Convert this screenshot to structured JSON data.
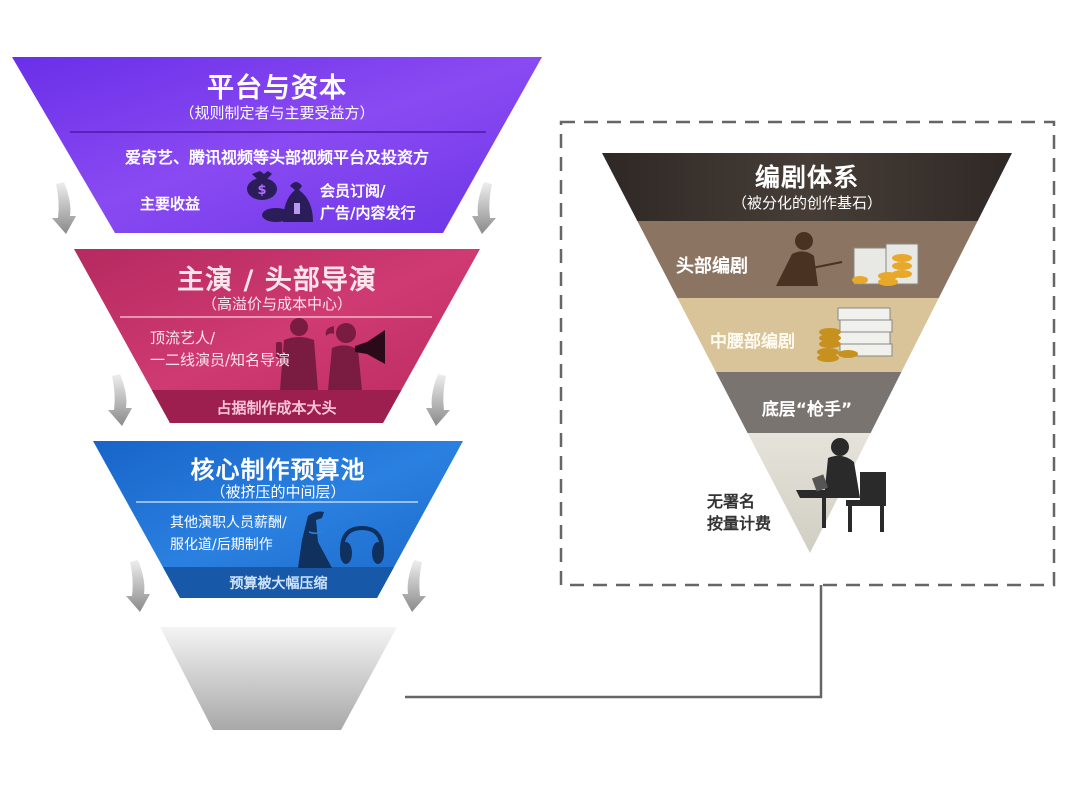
{
  "left_funnel": {
    "tier1": {
      "title": "平台与资本",
      "subtitle": "（规则制定者与主要受益方）",
      "description": "爱奇艺、腾讯视频等头部视频平台及投资方",
      "revenue_label": "主要收益",
      "revenue_sources_line1": "会员订阅/",
      "revenue_sources_line2": "广告/内容发行",
      "icon": "money-bags-icon",
      "color": "#7a3ef0"
    },
    "tier2": {
      "title": "主演 / 头部导演",
      "subtitle": "（高溢价与成本中心）",
      "members_line1": "顶流艺人/",
      "members_line2": "一二线演员/知名导演",
      "band_label": "占据制作成本大头",
      "icon": "actor-director-silhouette-icon",
      "color": "#c8336c",
      "band_color": "#9c1f50"
    },
    "tier3": {
      "title": "核心制作预算池",
      "subtitle": "（被挤压的中间层）",
      "members_line1": "其他演职人员薪酬/",
      "members_line2": "服化道/后期制作",
      "band_label": "预算被大幅压缩",
      "icon": "costume-headphones-icon",
      "color": "#1f72d6",
      "band_color": "#1758a8"
    },
    "tier4": {
      "color": "#b8b8b8"
    }
  },
  "right_funnel": {
    "title": "编剧体系",
    "subtitle": "（被分化的创作基石）",
    "levels": [
      {
        "label": "头部编剧",
        "icon": "writer-with-money-icon",
        "color": "#8c7462"
      },
      {
        "label": "中腰部编剧",
        "icon": "coins-and-scripts-icon",
        "color": "#d8c498"
      },
      {
        "label": "底层“枪手”",
        "icon": "",
        "color": "#7a7470"
      },
      {
        "label_line1": "无署名",
        "label_line2": "按量计费",
        "icon": "typing-writer-silhouette-icon",
        "color": "#e4e2d8"
      }
    ],
    "header_color": "#3b3430"
  },
  "connector": {
    "style": "solid",
    "color": "#666666"
  },
  "dashed_box": {
    "color": "#666666"
  }
}
